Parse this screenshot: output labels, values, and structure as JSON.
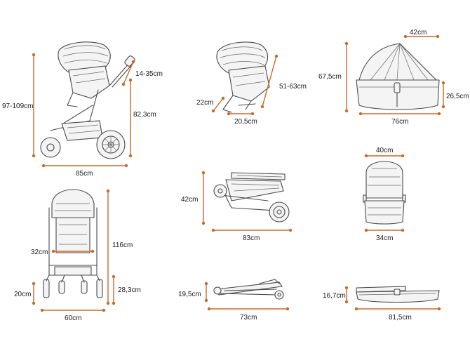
{
  "colors": {
    "dimension": "#c8692a",
    "drawing": "#4a4a4a",
    "background": "#ffffff"
  },
  "views": {
    "side_stroller": {
      "height": "97-109cm",
      "handle_adjust": "14-35cm",
      "handle_height": "82,3cm",
      "length": "85cm"
    },
    "seat_unit": {
      "seat_height_diag": "51-63cm",
      "footrest": "22cm",
      "seat_depth": "20,5cm"
    },
    "carrycot_side": {
      "top_length": "42cm",
      "height": "67,5cm",
      "depth": "26,5cm",
      "length": "76cm"
    },
    "front_stroller": {
      "seat_width": "32cm",
      "height": "116cm",
      "wheel_height": "20cm",
      "axle_height": "28,3cm",
      "width": "60cm"
    },
    "folded_side": {
      "height": "42cm",
      "length": "83cm"
    },
    "carrycot_top": {
      "width_top": "40cm",
      "width_bottom": "34cm"
    },
    "folded_flat": {
      "height": "19,5cm",
      "length": "73cm"
    },
    "carrycot_flat": {
      "height": "16,7cm",
      "length": "81,5cm"
    }
  }
}
